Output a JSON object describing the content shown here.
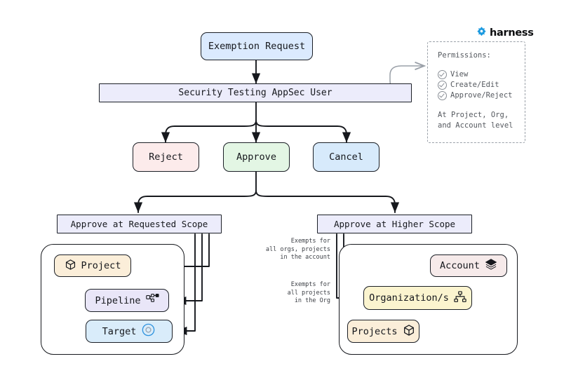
{
  "brand": {
    "name": "harness",
    "logo_icon": "harness-clover-icon",
    "logo_color": "#1c9ae0"
  },
  "nodes": {
    "exemption_request": {
      "label": "Exemption Request",
      "fill": "#dbeafe"
    },
    "appsec_user": {
      "label": "Security Testing AppSec User",
      "fill": "#ececfb"
    },
    "reject": {
      "label": "Reject",
      "fill": "#fcebeb"
    },
    "approve": {
      "label": "Approve",
      "fill": "#e3f6e4"
    },
    "cancel": {
      "label": "Cancel",
      "fill": "#d7eafb"
    },
    "requested_scope": {
      "label": "Approve at Requested Scope",
      "fill": "#ececfb"
    },
    "higher_scope": {
      "label": "Approve at Higher Scope",
      "fill": "#ececfb"
    },
    "project": {
      "label": "Project",
      "icon": "cube-icon",
      "fill": "#fbeed9"
    },
    "pipeline": {
      "label": "Pipeline",
      "icon": "pipeline-nodes-icon",
      "fill": "#e9e6f8"
    },
    "target": {
      "label": "Target",
      "icon": "target-circle-icon",
      "fill": "#d9ecfa"
    },
    "account": {
      "label": "Account",
      "icon": "layers-icon",
      "fill": "#f6eaea"
    },
    "organizations": {
      "label": "Organization/s",
      "icon": "org-chart-icon",
      "fill": "#fbf4cf"
    },
    "projects": {
      "label": "Projects",
      "icon": "cube-icon",
      "fill": "#fbeed9"
    }
  },
  "edge_labels": {
    "account_exempt": "Exempts for\nall orgs, projects\nin the account",
    "org_exempt": "Exempts for\nall projects\nin the Org"
  },
  "permissions_panel": {
    "title": "Permissions:",
    "items": [
      {
        "label": "View",
        "icon": "check-circle-icon"
      },
      {
        "label": "Create/Edit",
        "icon": "check-circle-icon"
      },
      {
        "label": "Approve/Reject",
        "icon": "check-circle-icon"
      }
    ],
    "footer": "At Project, Org,\nand Account level"
  }
}
